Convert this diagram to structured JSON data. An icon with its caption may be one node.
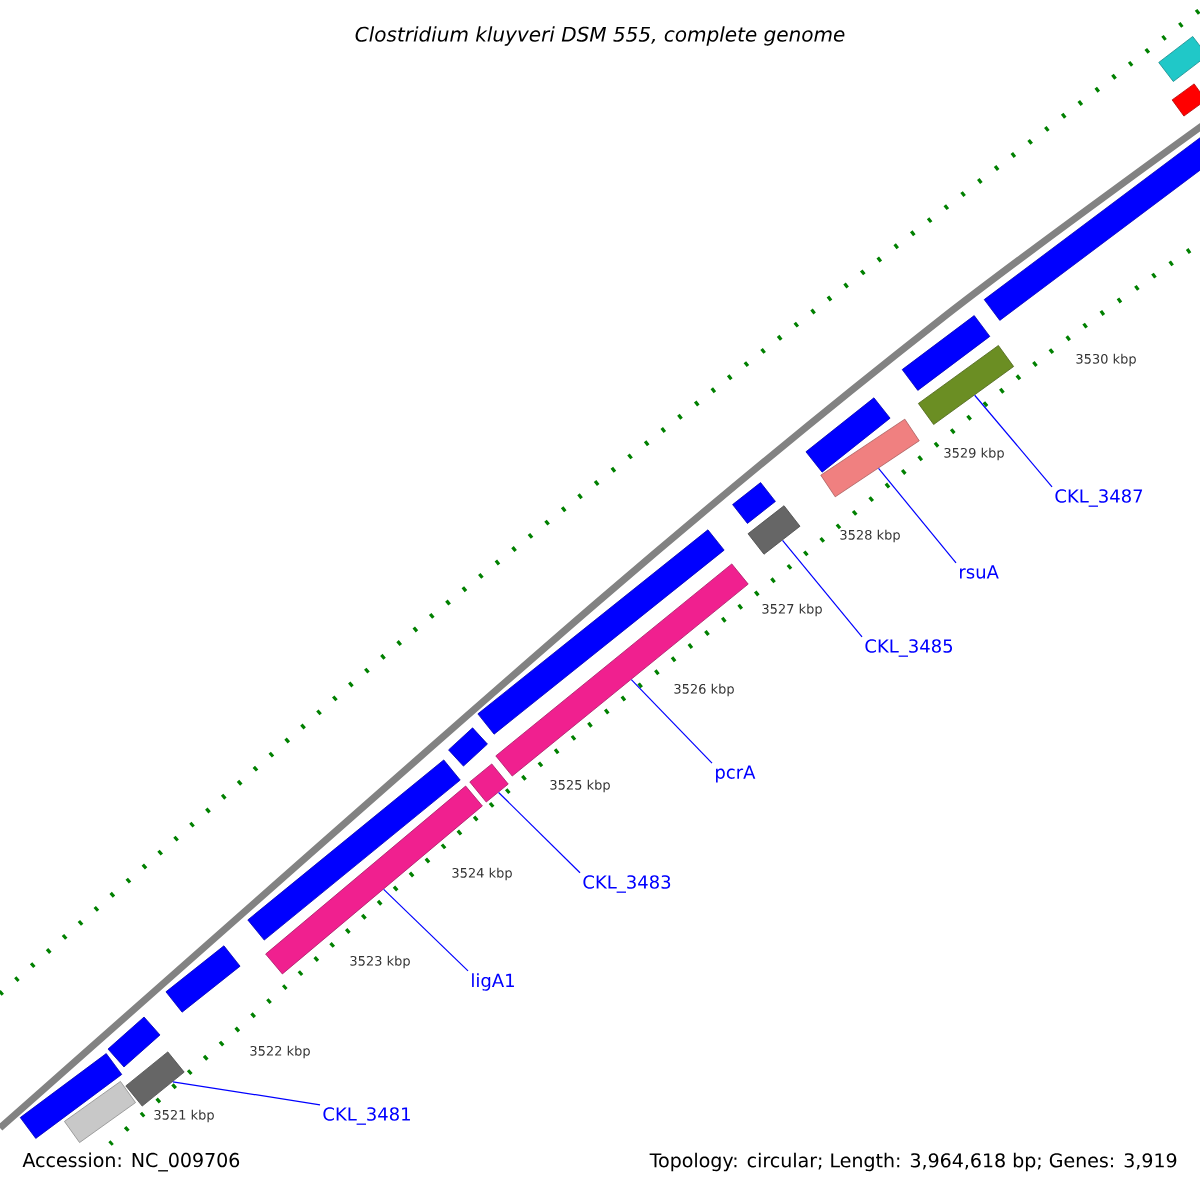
{
  "diagram": {
    "title": "*Clostridium kluyveri* DSM 555, complete genome",
    "nodes": [
      {
        "text": [
          "CKL_3481"
        ]
      },
      {
        "text": [
          "ligA1"
        ]
      },
      {
        "text": [
          "CKL_3483"
        ]
      },
      {
        "text": [
          "pcrA"
        ]
      },
      {
        "text": [
          "CKL_3485"
        ]
      },
      {
        "text": [
          "rsuA"
        ]
      },
      {
        "text": [
          "CKL_3487"
        ]
      },
      {
        "text": [],
        "shape": "bar"
      },
      {
        "text": [],
        "shape": "bar"
      },
      {
        "text": [],
        "shape": "bar"
      },
      {
        "text": [],
        "shape": "bar"
      },
      {
        "text": [],
        "shape": "bar"
      },
      {
        "text": [],
        "shape": "bar"
      },
      {
        "text": [],
        "shape": "bar"
      },
      {
        "text": [],
        "shape": "bar"
      },
      {
        "text": [],
        "shape": "bar"
      },
      {
        "text": [],
        "shape": "bar"
      },
      {
        "text": [],
        "shape": "bar"
      },
      {
        "text": [],
        "shape": "bar"
      },
      {
        "text": [],
        "shape": "bar"
      },
      {
        "text": [],
        "shape": "bar"
      },
      {
        "text": [],
        "shape": "bar"
      },
      {
        "text": [],
        "shape": "bar"
      },
      {
        "text": [],
        "shape": "bar"
      },
      {
        "text": [],
        "shape": "bar"
      },
      {
        "text": [],
        "shape": "bar"
      },
      {
        "text": [],
        "shape": "bar"
      }
    ],
    "edges": [
      {
        "from": 0,
        "to": 10,
        "arrow": "none"
      },
      {
        "from": 1,
        "to": 13,
        "arrow": "none"
      },
      {
        "from": 2,
        "to": 15,
        "arrow": "none"
      },
      {
        "from": 3,
        "to": 17,
        "arrow": "none"
      },
      {
        "from": 4,
        "to": 19,
        "arrow": "none"
      },
      {
        "from": 5,
        "to": 21,
        "arrow": "none"
      },
      {
        "from": 6,
        "to": 23,
        "arrow": "none"
      }
    ],
    "labels": [
      "3530 kbp",
      "3529 kbp",
      "3528 kbp",
      "3527 kbp",
      "3526 kbp",
      "3525 kbp",
      "3524 kbp",
      "3523 kbp",
      "3522 kbp",
      "3521 kbp",
      "Accession: NC_009706",
      "Topology: circular; Length: 3,964,618 bp; Genes: 3,919"
    ]
  }
}
